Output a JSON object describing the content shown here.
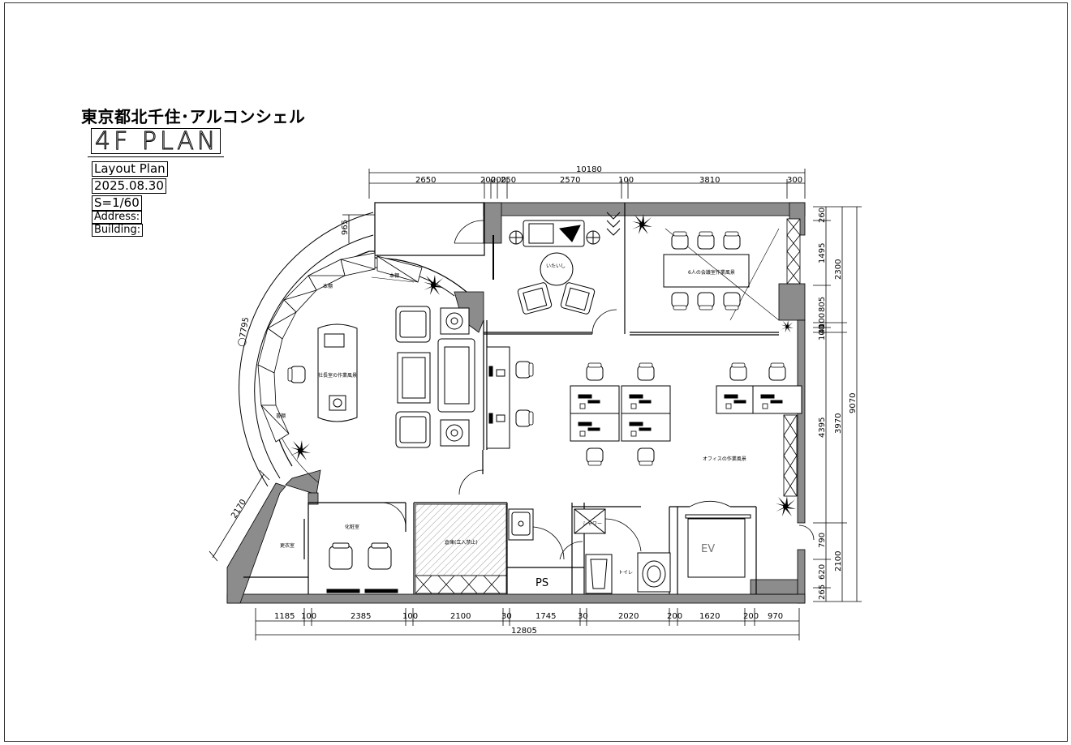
{
  "header": {
    "title": "東京都北千住･アルコンシェル",
    "plan_label": "4F PLAN",
    "layout_plan": "Layout Plan",
    "date": "2025.08.30",
    "scale": "S=1/60",
    "address_label": "Address:",
    "building_label": "Building:"
  },
  "dimensions": {
    "top_total": "10180",
    "top_segments": [
      "2650",
      "200",
      "200",
      "250",
      "2570",
      "100",
      "3810",
      "300"
    ],
    "bottom_total": "12805",
    "bottom_segments": [
      "1185",
      "100",
      "2385",
      "100",
      "2100",
      "30",
      "1745",
      "30",
      "2020",
      "200",
      "1620",
      "200",
      "970"
    ],
    "right_inner": [
      "260",
      "1495",
      "805",
      "100",
      "40",
      "100",
      "4395",
      "790",
      "620",
      "265"
    ],
    "right_mid": [
      "2300",
      "3970",
      "2100"
    ],
    "right_total": "9070",
    "left_965": "965",
    "left_2170": "2170",
    "radius": "◯7795"
  },
  "rooms": {
    "president": "社長室の作業風景",
    "meeting": "6人の会議室作業風景",
    "reception": "いたいし",
    "office": "オフィスの作業風景",
    "makeup": "化粧室",
    "storage": "倉庫(立入禁止)",
    "changing": "更衣室",
    "ps": "PS",
    "ev": "EV",
    "shower": "シャワー",
    "wc": "トイレ",
    "bookshelf1": "本棚",
    "bookshelf2": "本棚",
    "cabinet": "書棚"
  }
}
